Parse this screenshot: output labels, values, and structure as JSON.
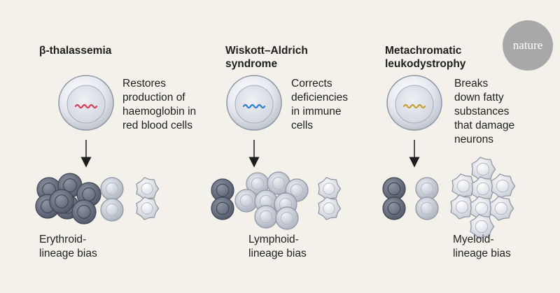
{
  "publisher_logo": "nature",
  "colors": {
    "background": "#f4f1ea",
    "gene_red": "#d8405a",
    "gene_blue": "#2f7fd6",
    "gene_gold": "#c9a137",
    "erythroid_cell": "#6a7280",
    "lymphoid_cell": "#c7ccd6",
    "myeloid_cell": "#eceef2"
  },
  "columns": [
    {
      "title": [
        "β-thalassemia"
      ],
      "description": [
        "Restores",
        "production of",
        "haemoglobin in",
        "red blood cells"
      ],
      "bias_label": [
        "Erythroid-",
        "lineage bias"
      ],
      "gene_icon": "red-gene-strand"
    },
    {
      "title": [
        "Wiskott–Aldrich",
        "syndrome"
      ],
      "description": [
        "Corrects",
        "deficiencies",
        "in immune",
        "cells"
      ],
      "bias_label": [
        "Lymphoid-",
        "lineage bias"
      ],
      "gene_icon": "blue-gene-strand"
    },
    {
      "title": [
        "Metachromatic",
        "leukodystrophy"
      ],
      "description": [
        "Breaks",
        "down fatty",
        "substances",
        "that damage",
        "neurons"
      ],
      "bias_label": [
        "Myeloid-",
        "lineage bias"
      ],
      "gene_icon": "gold-gene-strand"
    }
  ]
}
